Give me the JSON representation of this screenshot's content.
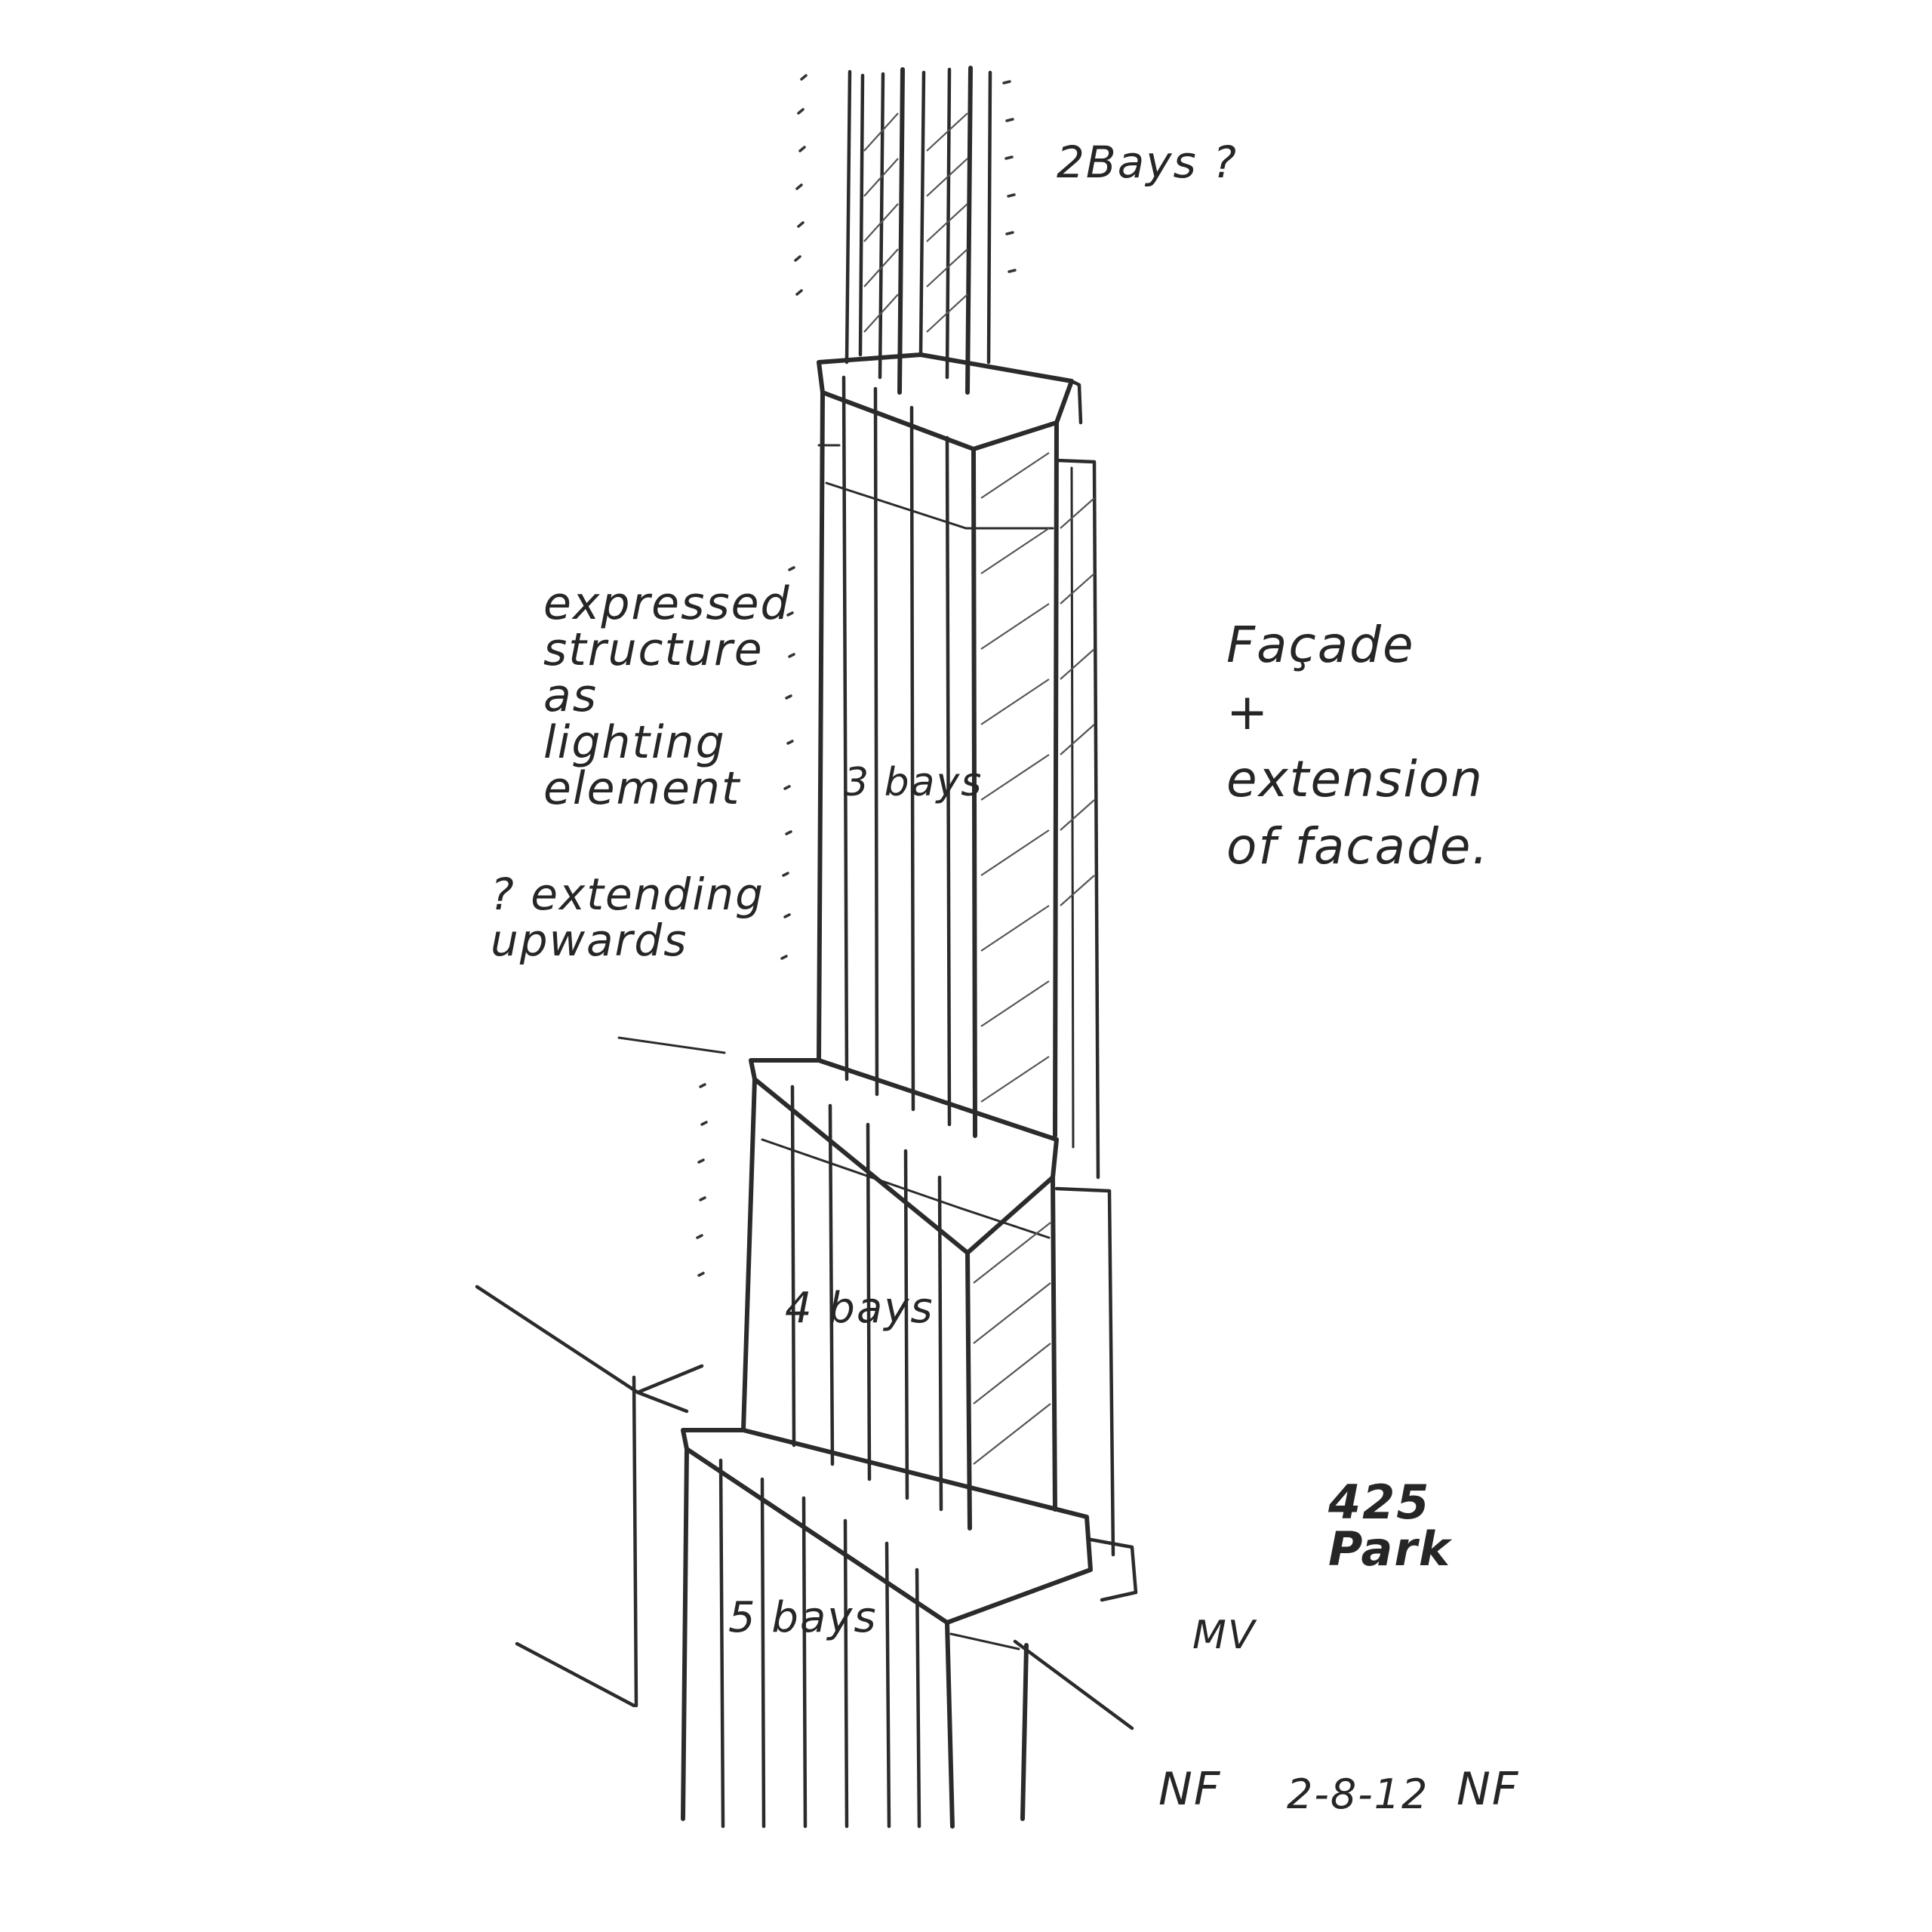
{
  "sketch": {
    "ink_color": "#2b2b2b",
    "paper_color": "#ffffff",
    "annotations": {
      "top_bays": "2Bays ?",
      "structure_note": "expressed\nstructure\nas\nlighting\nelement",
      "extension_note": "? extending\n   upwards",
      "facade_note": "Façade\n+\nextension\nof facade.",
      "upper_bays": "3 bays",
      "middle_bays": "4 bays",
      "lower_bays": "5 bays",
      "project_name": "425\nPark",
      "initials_mv": "MV",
      "initials_left": "NF",
      "date": "2-8-12",
      "initials_right": "NF"
    }
  }
}
